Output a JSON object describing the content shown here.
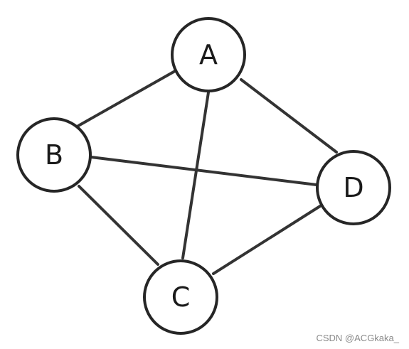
{
  "graph": {
    "nodes": [
      {
        "id": "A",
        "label": "A"
      },
      {
        "id": "B",
        "label": "B"
      },
      {
        "id": "C",
        "label": "C"
      },
      {
        "id": "D",
        "label": "D"
      }
    ],
    "edges": [
      {
        "from": "A",
        "to": "B"
      },
      {
        "from": "A",
        "to": "C"
      },
      {
        "from": "A",
        "to": "D"
      },
      {
        "from": "B",
        "to": "C"
      },
      {
        "from": "B",
        "to": "D"
      },
      {
        "from": "C",
        "to": "D"
      }
    ]
  },
  "watermark": {
    "text": "CSDN @ACGkaka_"
  },
  "colors": {
    "edge": "#333333",
    "node_stroke": "#262626",
    "node_fill": "#ffffff",
    "label": "#1a1a1a",
    "watermark": "#8a8a8a"
  }
}
